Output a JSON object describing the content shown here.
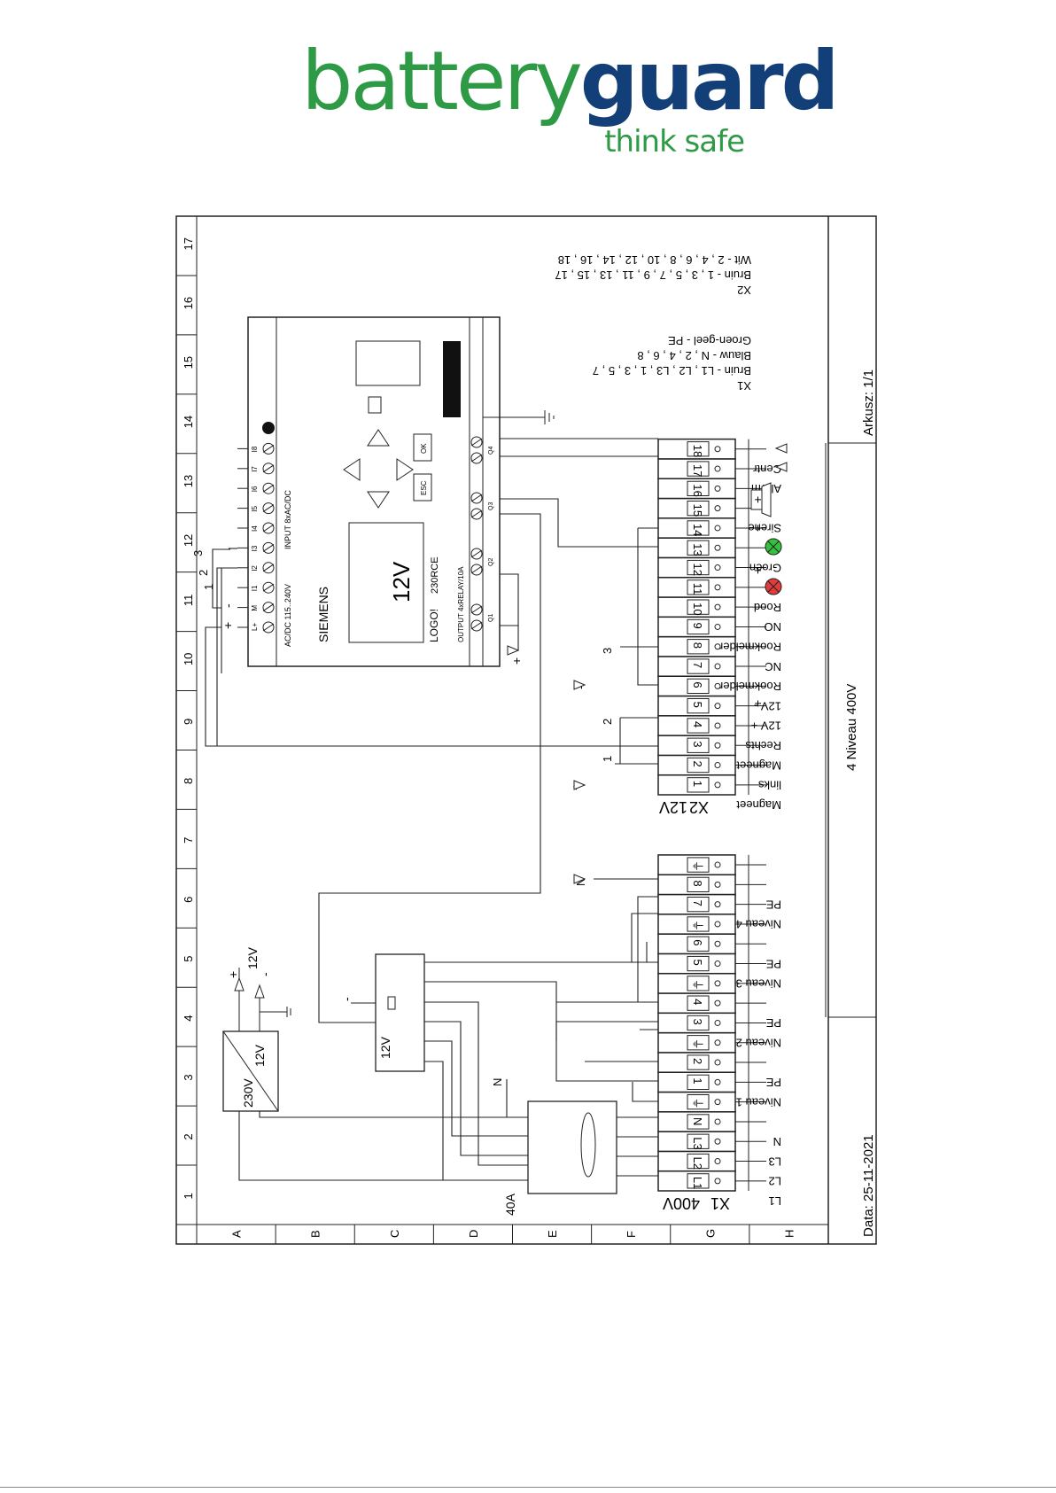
{
  "logo": {
    "brand_part1": "battery",
    "brand_part2": "guard",
    "tagline": "think safe",
    "color_green": "#2e9a46",
    "color_blue": "#123f78"
  },
  "sheet": {
    "date": "Data: 25-11-2021",
    "sheet": "Arkusz: 1/1",
    "title": "4 Niveau 400V",
    "columns": [
      "1",
      "2",
      "3",
      "4",
      "5",
      "6",
      "7",
      "8",
      "9",
      "10",
      "11",
      "12",
      "13",
      "14",
      "15",
      "16",
      "17"
    ],
    "rows": [
      "A",
      "B",
      "C",
      "D",
      "E",
      "F",
      "G",
      "H"
    ]
  },
  "legend": {
    "x1_title": "X1",
    "x1_brown": "Bruin - L1 , L2 , L3 , 1 , 3 , 5 , 7",
    "x1_blue": "Blauw - N , 2 , 4 , 6 , 8",
    "x1_pe": "Groen-geel - PE",
    "x2_title": "X2",
    "x2_brown": "Bruin - 1 , 3 , 5 , 7 , 9 , 11 , 13 , 15 , 17",
    "x2_white": "Wit - 2 , 4 , 6 , 8 , 10 , 12 , 14 , 16 , 18"
  },
  "plc": {
    "brand": "SIEMENS",
    "display": "12V",
    "model": "LOGO!",
    "variant": "230RCE",
    "input_label": "INPUT 8xAC/DC",
    "supply_label": "AC/DC 115..240V",
    "output_label": "OUTPUT 4xRELAY/10A",
    "btn_ok": "OK",
    "btn_esc": "ESC",
    "inputs": [
      "L+",
      "M",
      "I1",
      "I2",
      "I3",
      "I4",
      "I5",
      "I6",
      "I7",
      "I8"
    ],
    "outputs": [
      "Q1",
      "Q2",
      "Q3",
      "Q4"
    ]
  },
  "terminal_x2": {
    "label": "X2",
    "voltage": "12V",
    "terminals": [
      "1",
      "2",
      "3",
      "4",
      "5",
      "6",
      "7",
      "8",
      "9",
      "10",
      "11",
      "12",
      "13",
      "14",
      "15",
      "16",
      "17",
      "18"
    ],
    "labels": [
      "Magneet",
      "links",
      "Magneet",
      "Rechts",
      "12V +",
      "12V -",
      "Rookmelder",
      "NC",
      "Rookmelder",
      "NO",
      "Rood",
      "",
      "Groen",
      "",
      "Sirene",
      "",
      "Alarm",
      "Centr"
    ]
  },
  "terminal_x1": {
    "label": "X1",
    "voltage": "400V",
    "terminals": [
      "L1",
      "L2",
      "L3",
      "N",
      "⏚",
      "1",
      "2",
      "⏚",
      "3",
      "4",
      "⏚",
      "5",
      "6",
      "⏚",
      "7",
      "8",
      "⏚"
    ],
    "labels": [
      "L1",
      "L2",
      "L3",
      "N",
      "",
      "Niveau 1",
      "PE",
      "",
      "Niveau 2",
      "PE",
      "",
      "Niveau 3",
      "PE",
      "",
      "Niveau 4",
      "PE",
      ""
    ]
  },
  "misc": {
    "psu_in": "230V",
    "psu_out": "12V",
    "psu_rail": "12V",
    "relay_label": "12V",
    "breaker": "40A",
    "n_label": "N",
    "plus": "+",
    "minus": "-",
    "num1": "1",
    "num2": "2",
    "num3": "3"
  },
  "colors": {
    "red_lamp": "#e23b3b",
    "green_lamp": "#34c23c",
    "line": "#222222"
  }
}
